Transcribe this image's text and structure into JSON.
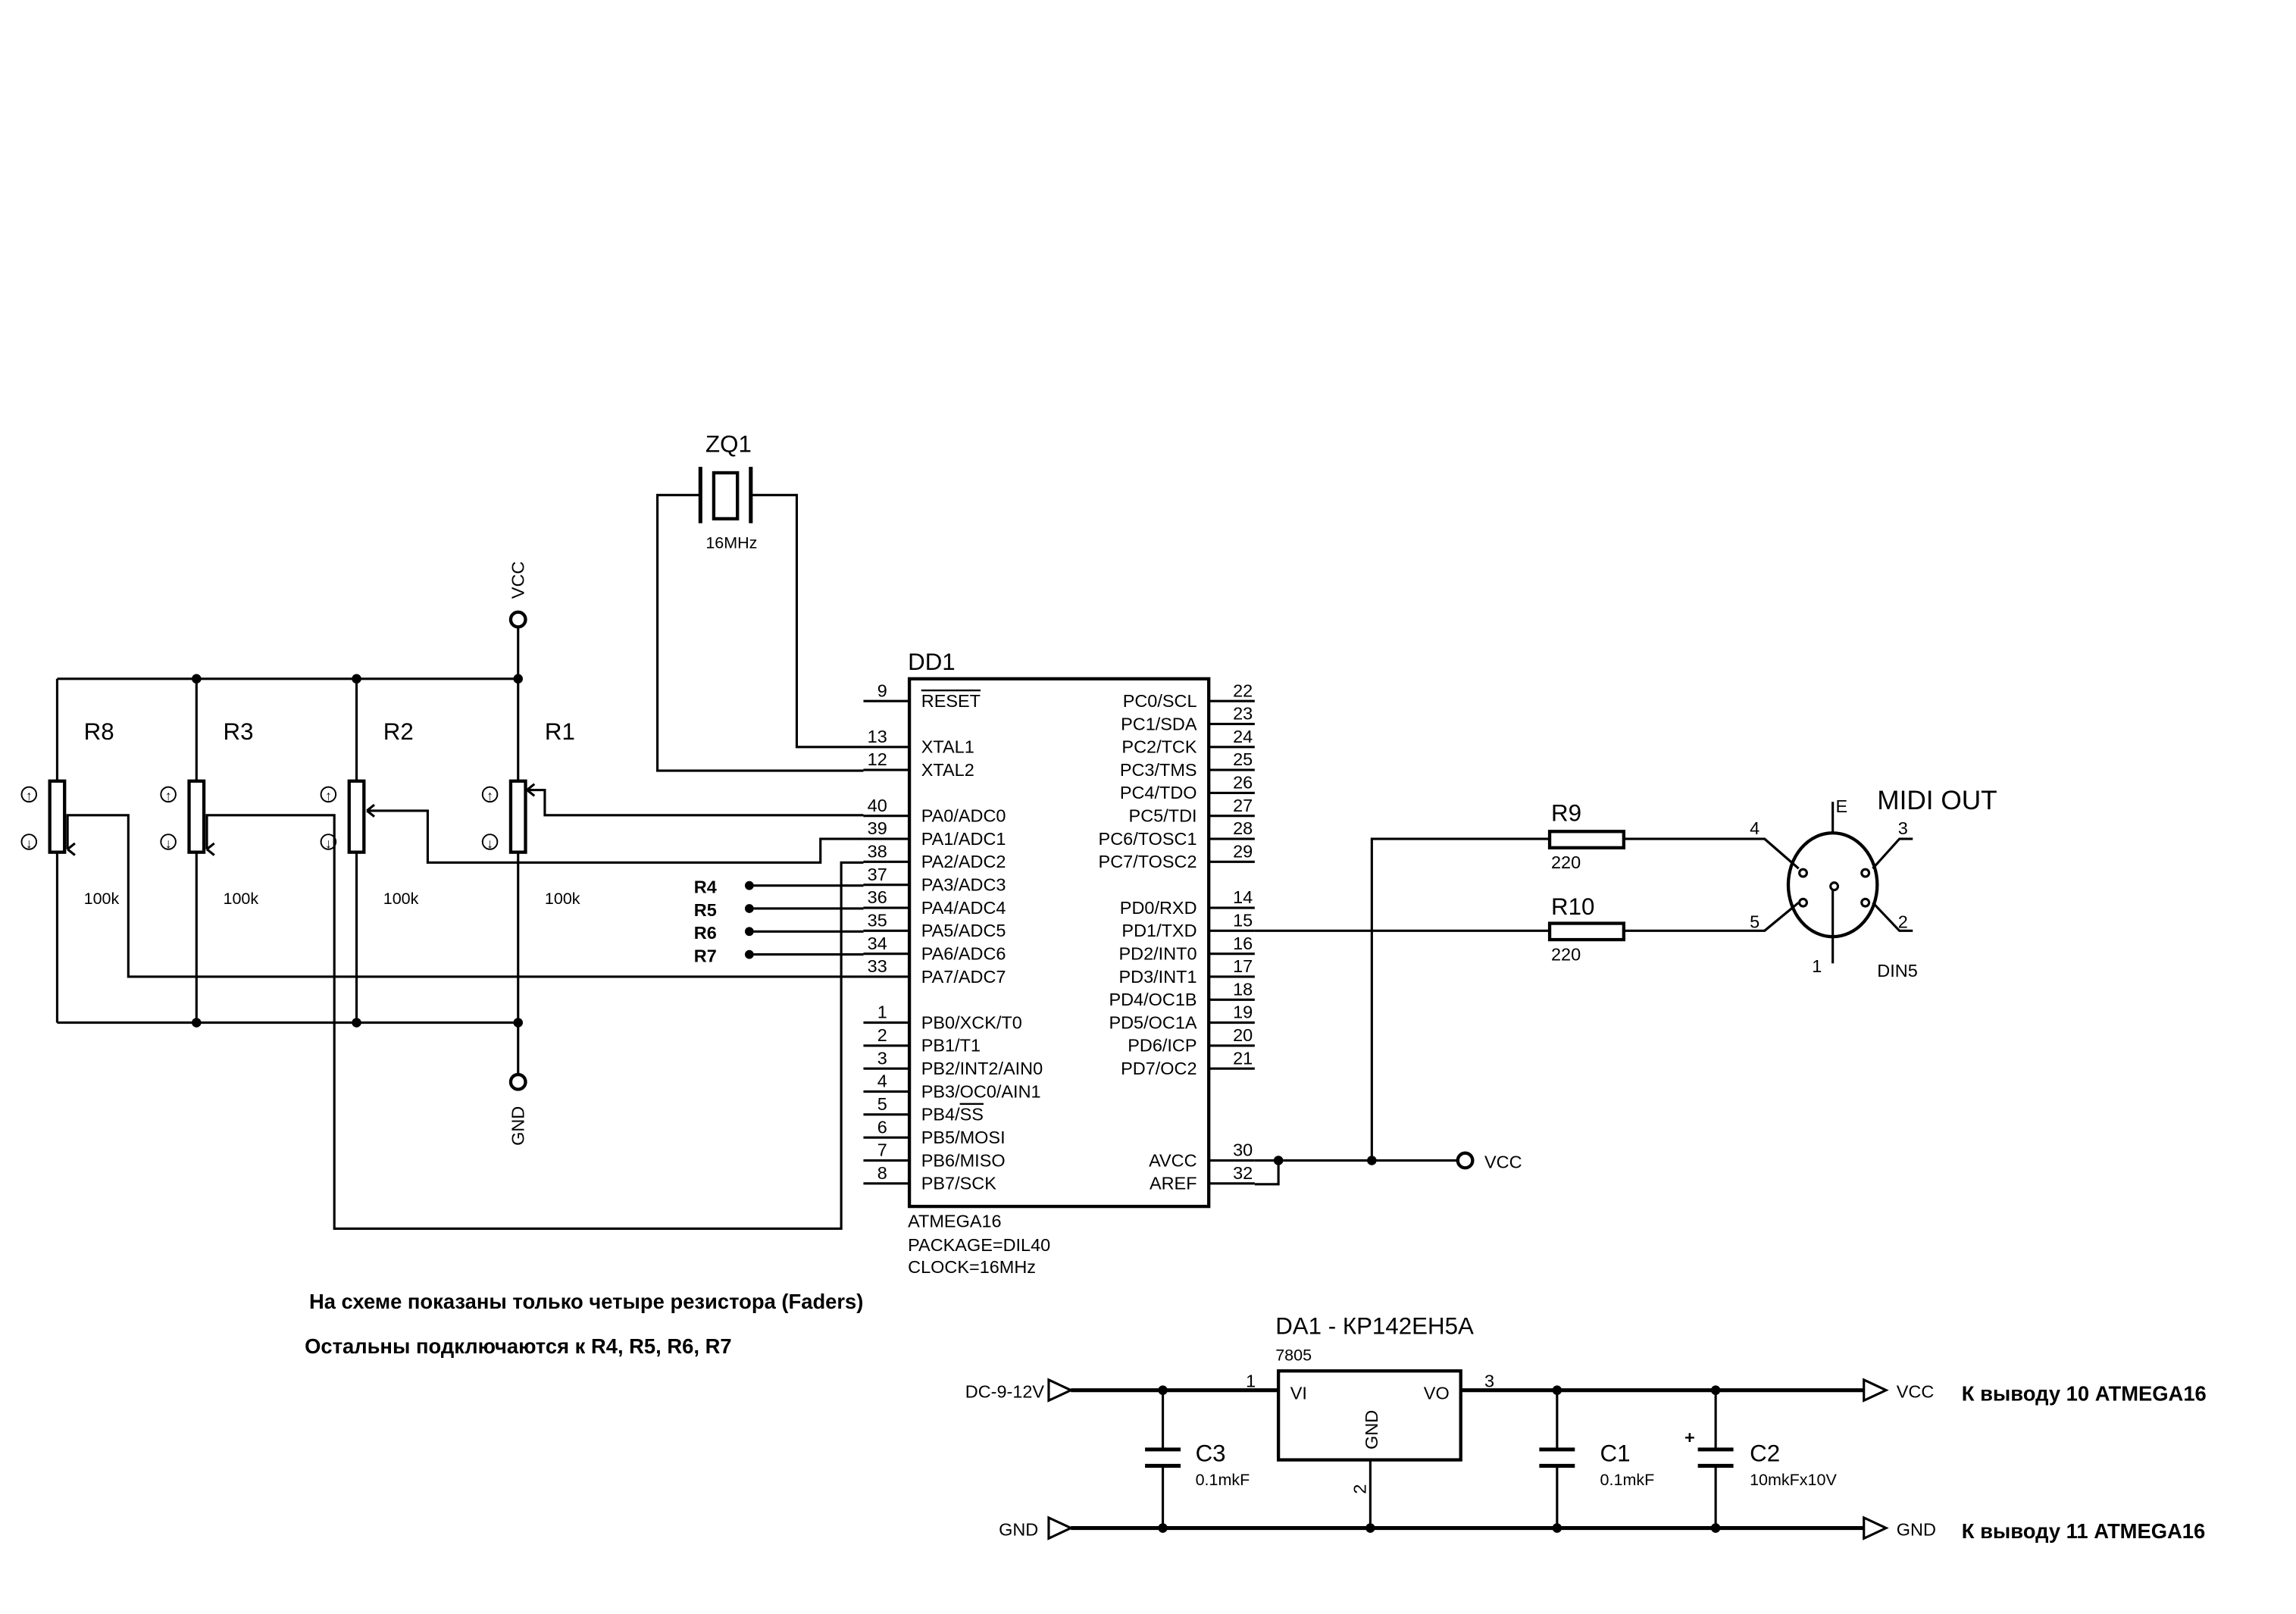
{
  "faders": {
    "vcc_label": "VCC",
    "gnd_label": "GND",
    "resistors": [
      {
        "ref": "R8",
        "value": "100k"
      },
      {
        "ref": "R3",
        "value": "100k"
      },
      {
        "ref": "R2",
        "value": "100k"
      },
      {
        "ref": "R1",
        "value": "100k"
      }
    ],
    "arrow_up": "↑",
    "arrow_down": "↓",
    "other_inputs": [
      "R4",
      "R5",
      "R6",
      "R7"
    ]
  },
  "crystal": {
    "ref": "ZQ1",
    "value": "16MHz"
  },
  "mcu": {
    "ref": "DD1",
    "part": "ATMEGA16",
    "package": "PACKAGE=DIL40",
    "clock": "CLOCK=16MHz",
    "left_pins": [
      {
        "num": "9",
        "label": "RESET",
        "overline": true
      },
      {
        "num": "13",
        "label": "XTAL1"
      },
      {
        "num": "12",
        "label": "XTAL2"
      },
      {
        "num": "40",
        "label": "PA0/ADC0"
      },
      {
        "num": "39",
        "label": "PA1/ADC1"
      },
      {
        "num": "38",
        "label": "PA2/ADC2"
      },
      {
        "num": "37",
        "label": "PA3/ADC3"
      },
      {
        "num": "36",
        "label": "PA4/ADC4"
      },
      {
        "num": "35",
        "label": "PA5/ADC5"
      },
      {
        "num": "34",
        "label": "PA6/ADC6"
      },
      {
        "num": "33",
        "label": "PA7/ADC7"
      },
      {
        "num": "1",
        "label": "PB0/XCK/T0"
      },
      {
        "num": "2",
        "label": "PB1/T1"
      },
      {
        "num": "3",
        "label": "PB2/INT2/AIN0"
      },
      {
        "num": "4",
        "label": "PB3/OC0/AIN1"
      },
      {
        "num": "5",
        "label": "PB4/",
        "overline_part": "SS"
      },
      {
        "num": "6",
        "label": "PB5/MOSI"
      },
      {
        "num": "7",
        "label": "PB6/MISO"
      },
      {
        "num": "8",
        "label": "PB7/SCK"
      }
    ],
    "right_pins": [
      {
        "num": "22",
        "label": "PC0/SCL"
      },
      {
        "num": "23",
        "label": "PC1/SDA"
      },
      {
        "num": "24",
        "label": "PC2/TCK"
      },
      {
        "num": "25",
        "label": "PC3/TMS"
      },
      {
        "num": "26",
        "label": "PC4/TDO"
      },
      {
        "num": "27",
        "label": "PC5/TDI"
      },
      {
        "num": "28",
        "label": "PC6/TOSC1"
      },
      {
        "num": "29",
        "label": "PC7/TOSC2"
      },
      {
        "num": "14",
        "label": "PD0/RXD"
      },
      {
        "num": "15",
        "label": "PD1/TXD"
      },
      {
        "num": "16",
        "label": "PD2/INT0"
      },
      {
        "num": "17",
        "label": "PD3/INT1"
      },
      {
        "num": "18",
        "label": "PD4/OC1B"
      },
      {
        "num": "19",
        "label": "PD5/OC1A"
      },
      {
        "num": "20",
        "label": "PD6/ICP"
      },
      {
        "num": "21",
        "label": "PD7/OC2"
      },
      {
        "num": "30",
        "label": "AVCC"
      },
      {
        "num": "32",
        "label": "AREF"
      }
    ],
    "avcc_net": "VCC"
  },
  "midi": {
    "r9": {
      "ref": "R9",
      "value": "220"
    },
    "r10": {
      "ref": "R10",
      "value": "220"
    },
    "title": "MIDI OUT",
    "connector": "DIN5",
    "pins": {
      "e": "E",
      "p1": "1",
      "p2": "2",
      "p3": "3",
      "p4": "4",
      "p5": "5"
    }
  },
  "notes": [
    "На схеме показаны только четыре резистора (Faders)",
    "Остальны подключаются к  R4, R5, R6, R7"
  ],
  "power": {
    "title": "DA1 - КР142ЕН5А",
    "part": "7805",
    "vi": "VI",
    "vo": "VO",
    "gnd_pin": "GND",
    "pin1": "1",
    "pin2": "2",
    "pin3": "3",
    "input_label": "DC-9-12V",
    "input_gnd": "GND",
    "out_vcc": "VCC",
    "out_gnd": "GND",
    "note_vcc": "К выводу 10 ATMEGA16",
    "note_gnd": "К выводу 11 ATMEGA16",
    "caps": [
      {
        "ref": "C3",
        "value": "0.1mkF"
      },
      {
        "ref": "C1",
        "value": "0.1mkF"
      },
      {
        "ref": "C2",
        "value": "10mkFx10V",
        "polarity": "+"
      }
    ]
  }
}
